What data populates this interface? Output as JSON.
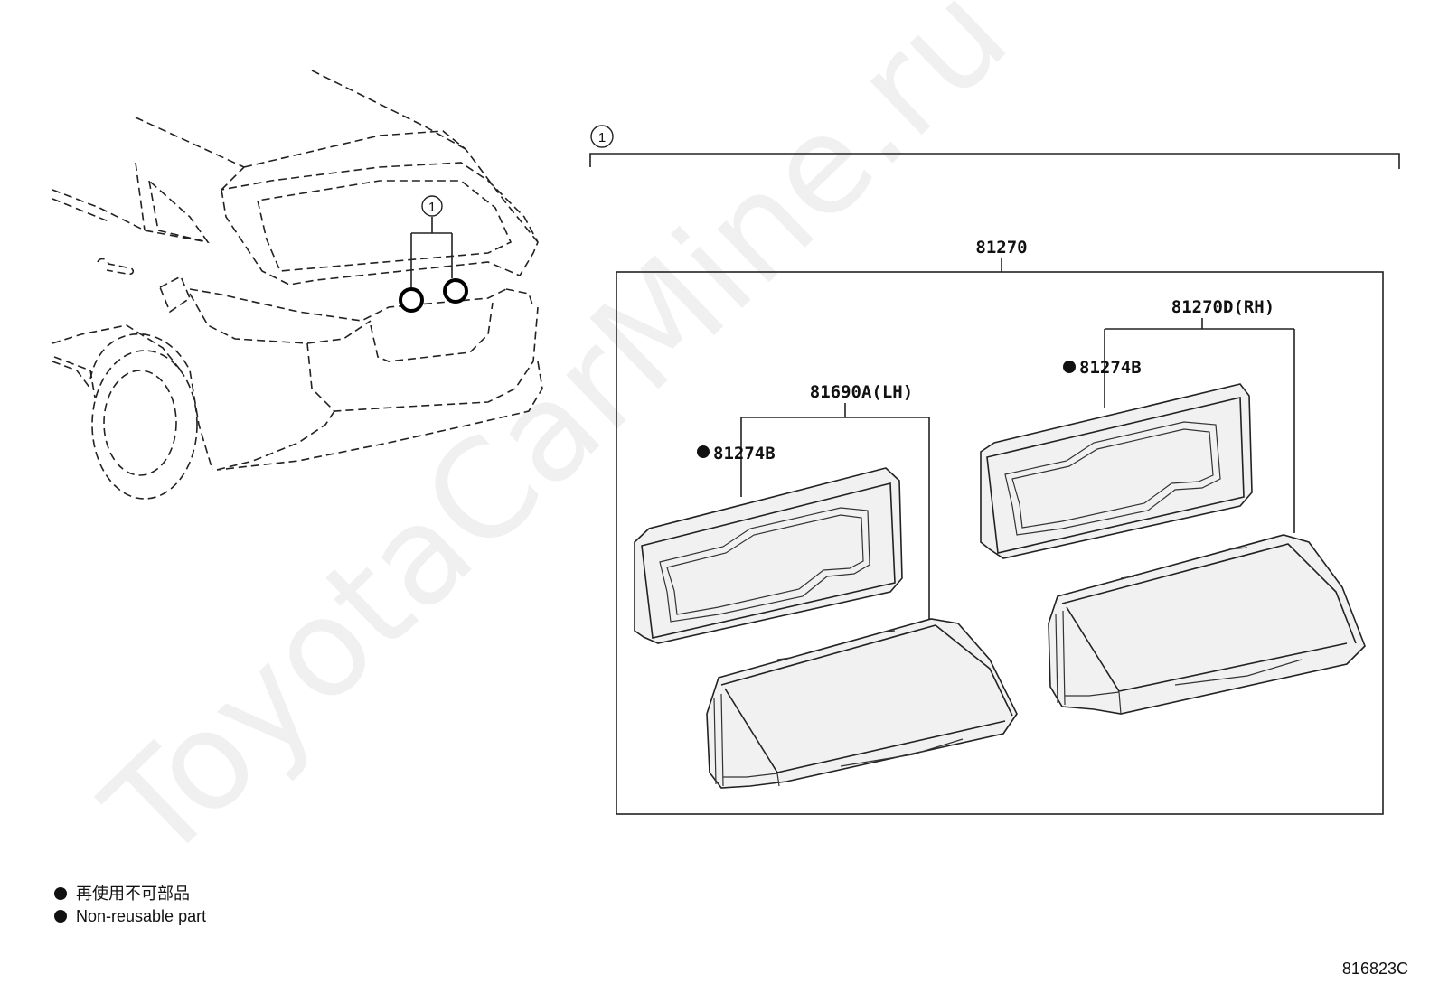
{
  "callout": "1",
  "labels": {
    "assembly": "81270",
    "lamp_rh": "81270D(RH)",
    "lamp_lh": "81690A(LH)",
    "gasket_rh": "81274B",
    "gasket_lh": "81274B"
  },
  "legend": {
    "line1": "再使用不可部品",
    "line2": "Non-reusable part"
  },
  "diagram_id": "816823C",
  "watermark": "ToyotaCarMine.ru"
}
